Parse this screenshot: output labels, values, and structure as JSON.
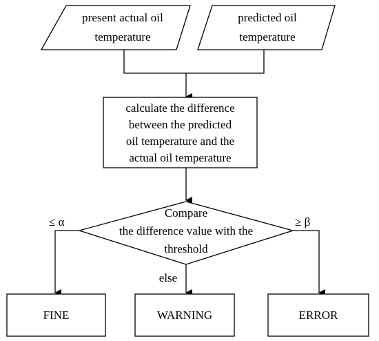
{
  "flowchart": {
    "inputs": {
      "actual": {
        "line1": "present actual  oil",
        "line2": "temperature"
      },
      "predicted": {
        "line1": "predicted oil",
        "line2": "temperature"
      }
    },
    "process": {
      "line1": "calculate  the  difference",
      "line2": "between the predicted",
      "line3": "oil temperature  and the",
      "line4": "actual oil temperature"
    },
    "decision": {
      "line1": "Compare",
      "line2": "the  difference value with the",
      "line3": "threshold"
    },
    "branches": {
      "left_condition": "≤ α",
      "middle_condition": "else",
      "right_condition": "≥ β"
    },
    "outcomes": {
      "fine": "FINE",
      "warning": "WARNING",
      "error": "ERROR"
    },
    "colors": {
      "stroke": "#000000",
      "fill": "#ffffff"
    }
  }
}
